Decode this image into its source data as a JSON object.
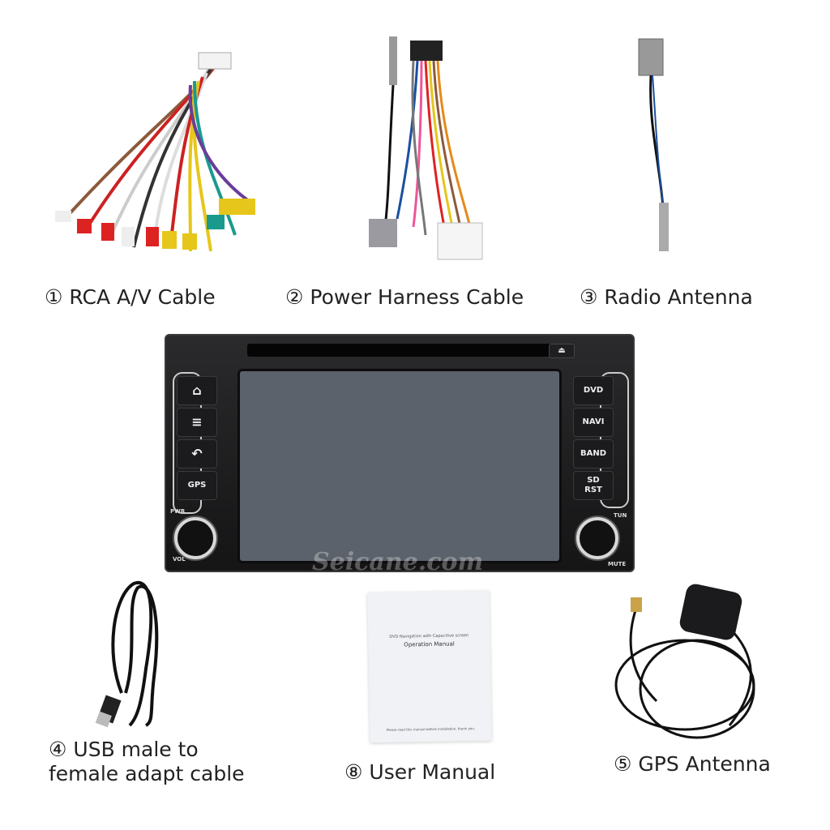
{
  "items": [
    {
      "number": "①",
      "label": "RCA A/V Cable"
    },
    {
      "number": "②",
      "label": "Power Harness Cable"
    },
    {
      "number": "③",
      "label": "Radio Antenna"
    },
    {
      "number": "④",
      "label_line1": "USB male to",
      "label_line2": "female adapt cable"
    },
    {
      "number": "⑧",
      "label": "User Manual"
    },
    {
      "number": "⑤",
      "label": "GPS Antenna"
    }
  ],
  "head_unit": {
    "left_buttons": [
      {
        "icon": "home-icon",
        "glyph": "⌂"
      },
      {
        "icon": "menu-icon",
        "glyph": "≡"
      },
      {
        "icon": "back-icon",
        "glyph": "↶"
      },
      {
        "label": "GPS"
      }
    ],
    "right_buttons": [
      "DVD",
      "NAVI",
      "BAND",
      "SD RST"
    ],
    "eject_glyph": "⏏",
    "knob_labels": {
      "pwr": "PWR",
      "vol": "VOL",
      "tun": "TUN",
      "mute": "MUTE"
    },
    "watermark": "Seicane.com"
  },
  "manual": {
    "subtitle": "DVD Navigation with Capacitive screen",
    "title": "Operation Manual",
    "footer": "Please read this manual before installation, thank you."
  }
}
